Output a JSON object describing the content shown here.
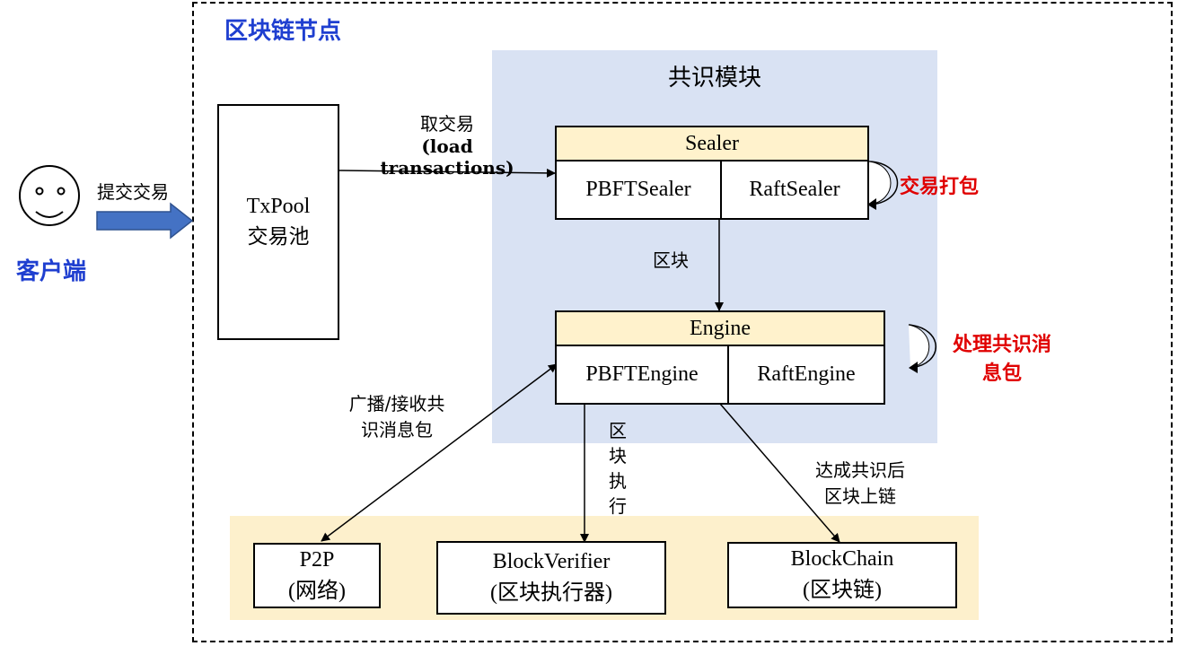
{
  "node_title": "区块链节点",
  "consensus_title": "共识模块",
  "client": {
    "label": "客户端",
    "action": "提交交易"
  },
  "txpool": {
    "line1": "TxPool",
    "line2": "交易池"
  },
  "load_tx": {
    "line1": "取交易",
    "line2": "(load transactions)"
  },
  "sealer": {
    "header": "Sealer",
    "left": "PBFTSealer",
    "right": "RaftSealer",
    "note": "交易打包"
  },
  "block_label": "区块",
  "engine": {
    "header": "Engine",
    "left": "PBFTEngine",
    "right": "RaftEngine",
    "note_line1": "处理共识消",
    "note_line2": "息包"
  },
  "broadcast": {
    "line1": "广播/接收共",
    "line2": "识消息包"
  },
  "block_exec": [
    "区",
    "块",
    "执",
    "行"
  ],
  "commit": {
    "line1": "达成共识后",
    "line2": "区块上链"
  },
  "p2p": {
    "line1": "P2P",
    "line2": "(网络)"
  },
  "verifier": {
    "line1": "BlockVerifier",
    "line2": "(区块执行器)"
  },
  "blockchain": {
    "line1": "BlockChain",
    "line2": "(区块链)"
  },
  "colors": {
    "consensus_bg": "#d9e2f3",
    "module_bg": "#fdf0cc",
    "header_bg": "#fff2cc",
    "blue_title": "#1f3fd0",
    "red_note": "#e00000",
    "arrow_fill": "#4472c4"
  }
}
